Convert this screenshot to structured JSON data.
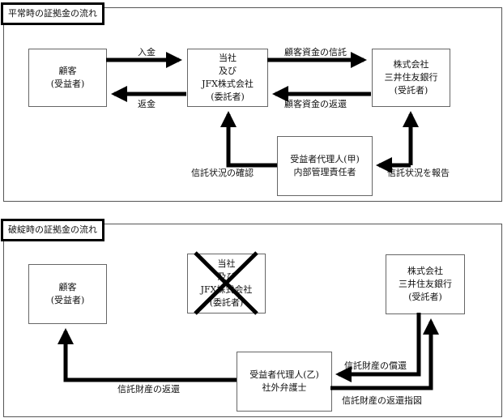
{
  "normal": {
    "title": "平常時の証拠金の流れ",
    "boxes": {
      "customer": [
        "顧客",
        "(受益者)"
      ],
      "company": [
        "当社",
        "及び",
        "JFX株式会社",
        "(委託者)"
      ],
      "bank": [
        "株式会社",
        "三井住友銀行",
        "(受託者)"
      ],
      "agent": [
        "受益者代理人(甲)",
        "内部管理責任者"
      ]
    },
    "labels": {
      "deposit": "入金",
      "refund": "返金",
      "trust": "顧客資金の信託",
      "trust_return": "顧客資金の返還",
      "trust_confirm": "信託状況の確認",
      "trust_report": "信託状況を報告"
    }
  },
  "bankruptcy": {
    "title": "破綻時の証拠金の流れ",
    "boxes": {
      "customer": [
        "顧客",
        "(受益者)"
      ],
      "company": [
        "当社",
        "及び",
        "JFX株式会社",
        "(委託者)"
      ],
      "bank": [
        "株式会社",
        "三井住友銀行",
        "(受託者)"
      ],
      "agent": [
        "受益者代理人(乙)",
        "社外弁護士"
      ]
    },
    "company_crossed_out": true,
    "labels": {
      "asset_return": "信託財産の返還",
      "asset_repayment": "信託財産の償還",
      "return_instruction": "信託財産の返還指図"
    }
  }
}
